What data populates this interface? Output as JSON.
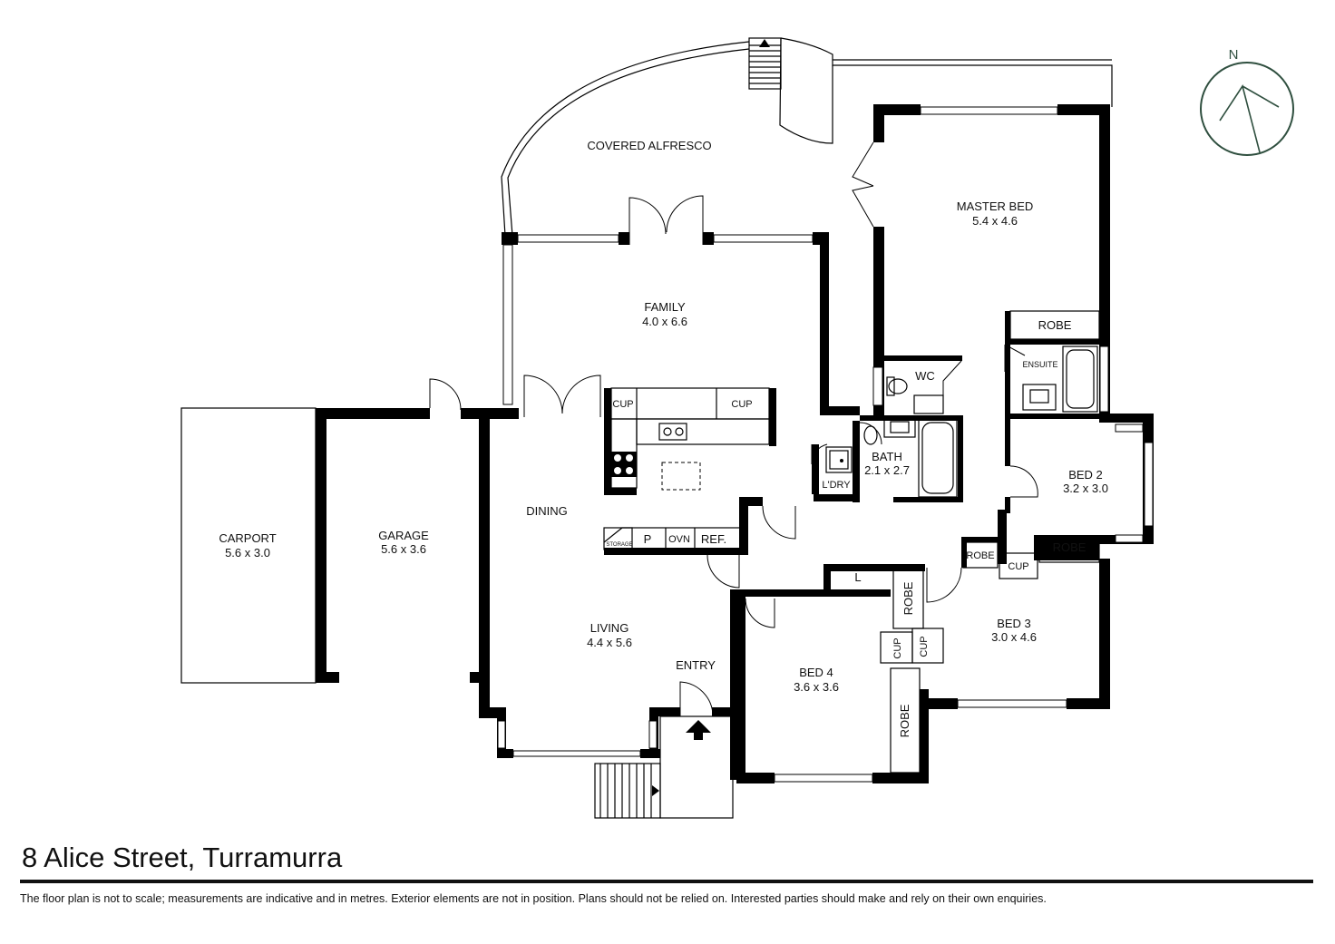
{
  "header": {
    "address": "8 Alice Street, Turramurra",
    "disclaimer": "The floor plan is not to scale; measurements are indicative and in metres. Exterior elements are not in position. Plans should not be relied on. Interested parties should make and rely on their own enquiries."
  },
  "compass": {
    "label": "N",
    "color": "#2f4f3f"
  },
  "rooms": {
    "alfresco": "COVERED ALFRESCO",
    "family": "FAMILY",
    "family_size": "4.0 x 6.6",
    "master": "MASTER BED",
    "master_size": "5.4 x 4.6",
    "carport": "CARPORT",
    "carport_size": "5.6 x 3.0",
    "garage": "GARAGE",
    "garage_size": "5.6 x 3.6",
    "dining": "DINING",
    "living": "LIVING",
    "living_size": "4.4 x 5.6",
    "entry": "ENTRY",
    "bath": "BATH",
    "bath_size": "2.1 x 2.7",
    "laundry": "L'DRY",
    "wc": "WC",
    "ensuite": "ENSUITE",
    "bed2": "BED 2",
    "bed2_size": "3.2 x 3.0",
    "bed3": "BED 3",
    "bed3_size": "3.0 x 4.6",
    "bed4": "BED 4",
    "bed4_size": "3.6 x 3.6"
  },
  "fixtures": {
    "cup": "CUP",
    "robe": "ROBE",
    "storage": "STORAGE",
    "pantry": "P",
    "oven": "OVN",
    "fridge": "REF.",
    "linen": "L"
  }
}
